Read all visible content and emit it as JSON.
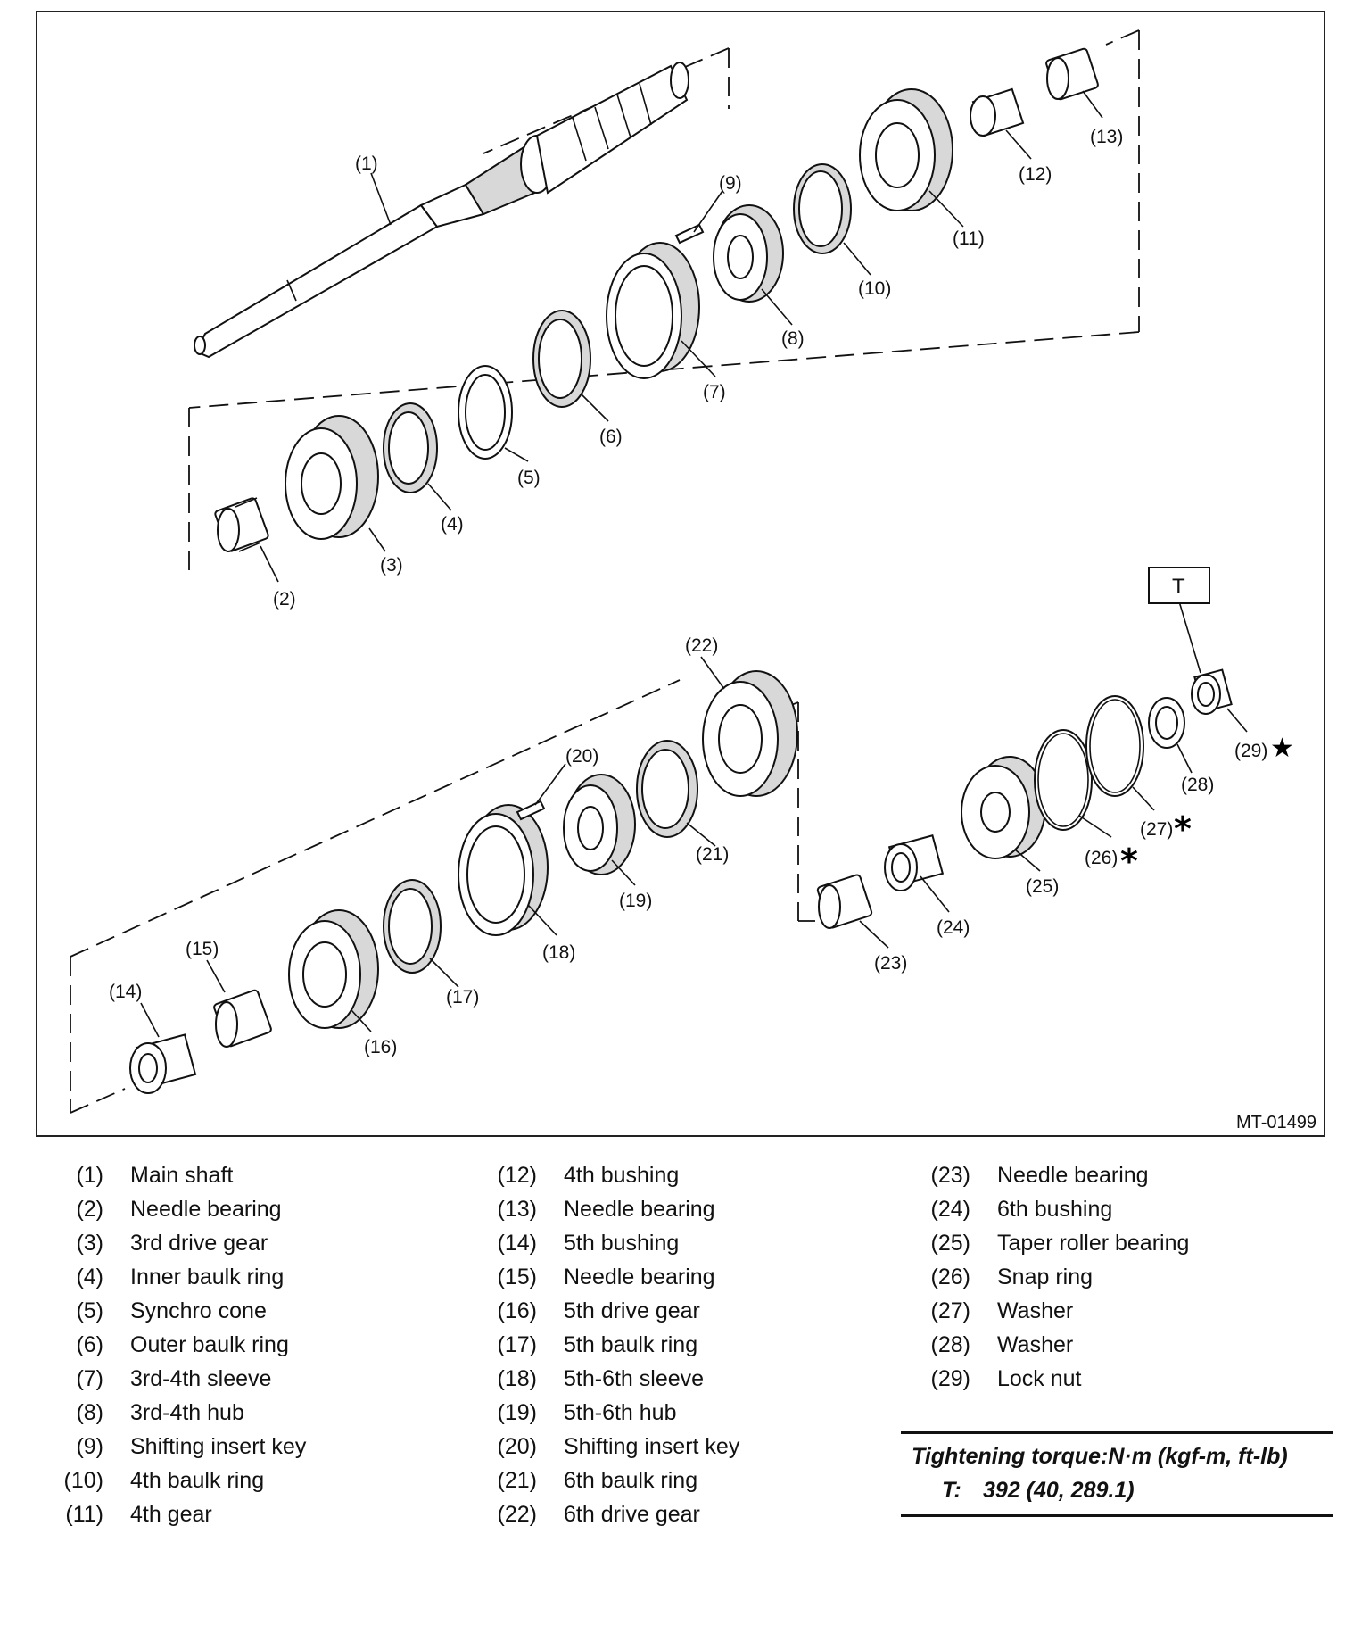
{
  "figure": {
    "id": "MT-01499",
    "tool_box_label": "T",
    "callouts": [
      {
        "n": "(1)"
      },
      {
        "n": "(2)"
      },
      {
        "n": "(3)"
      },
      {
        "n": "(4)"
      },
      {
        "n": "(5)"
      },
      {
        "n": "(6)"
      },
      {
        "n": "(7)"
      },
      {
        "n": "(8)"
      },
      {
        "n": "(9)"
      },
      {
        "n": "(10)"
      },
      {
        "n": "(11)"
      },
      {
        "n": "(12)"
      },
      {
        "n": "(13)"
      },
      {
        "n": "(14)"
      },
      {
        "n": "(15)"
      },
      {
        "n": "(16)"
      },
      {
        "n": "(17)"
      },
      {
        "n": "(18)"
      },
      {
        "n": "(19)"
      },
      {
        "n": "(20)"
      },
      {
        "n": "(21)"
      },
      {
        "n": "(22)"
      },
      {
        "n": "(23)"
      },
      {
        "n": "(24)"
      },
      {
        "n": "(25)"
      },
      {
        "n": "(26)"
      },
      {
        "n": "(27)"
      },
      {
        "n": "(28)"
      },
      {
        "n": "(29)"
      }
    ],
    "marks": {
      "star": "★",
      "asterisk": "*"
    }
  },
  "legend": {
    "columns": [
      [
        {
          "num": "(1)",
          "name": "Main shaft"
        },
        {
          "num": "(2)",
          "name": "Needle bearing"
        },
        {
          "num": "(3)",
          "name": "3rd drive gear"
        },
        {
          "num": "(4)",
          "name": "Inner baulk ring"
        },
        {
          "num": "(5)",
          "name": "Synchro cone"
        },
        {
          "num": "(6)",
          "name": "Outer baulk ring"
        },
        {
          "num": "(7)",
          "name": "3rd-4th sleeve"
        },
        {
          "num": "(8)",
          "name": "3rd-4th hub"
        },
        {
          "num": "(9)",
          "name": "Shifting insert key"
        },
        {
          "num": "(10)",
          "name": "4th baulk ring"
        },
        {
          "num": "(11)",
          "name": "4th gear"
        }
      ],
      [
        {
          "num": "(12)",
          "name": "4th bushing"
        },
        {
          "num": "(13)",
          "name": "Needle bearing"
        },
        {
          "num": "(14)",
          "name": "5th bushing"
        },
        {
          "num": "(15)",
          "name": "Needle bearing"
        },
        {
          "num": "(16)",
          "name": "5th drive gear"
        },
        {
          "num": "(17)",
          "name": "5th baulk ring"
        },
        {
          "num": "(18)",
          "name": "5th-6th sleeve"
        },
        {
          "num": "(19)",
          "name": "5th-6th hub"
        },
        {
          "num": "(20)",
          "name": "Shifting insert key"
        },
        {
          "num": "(21)",
          "name": "6th baulk ring"
        },
        {
          "num": "(22)",
          "name": "6th drive gear"
        }
      ],
      [
        {
          "num": "(23)",
          "name": "Needle bearing"
        },
        {
          "num": "(24)",
          "name": "6th bushing"
        },
        {
          "num": "(25)",
          "name": "Taper roller bearing"
        },
        {
          "num": "(26)",
          "name": "Snap ring"
        },
        {
          "num": "(27)",
          "name": "Washer"
        },
        {
          "num": "(28)",
          "name": "Washer"
        },
        {
          "num": "(29)",
          "name": "Lock nut"
        }
      ]
    ]
  },
  "torque": {
    "heading": "Tightening torque:N·m (kgf-m, ft-lb)",
    "key": "T:",
    "value": "392 (40, 289.1)"
  }
}
